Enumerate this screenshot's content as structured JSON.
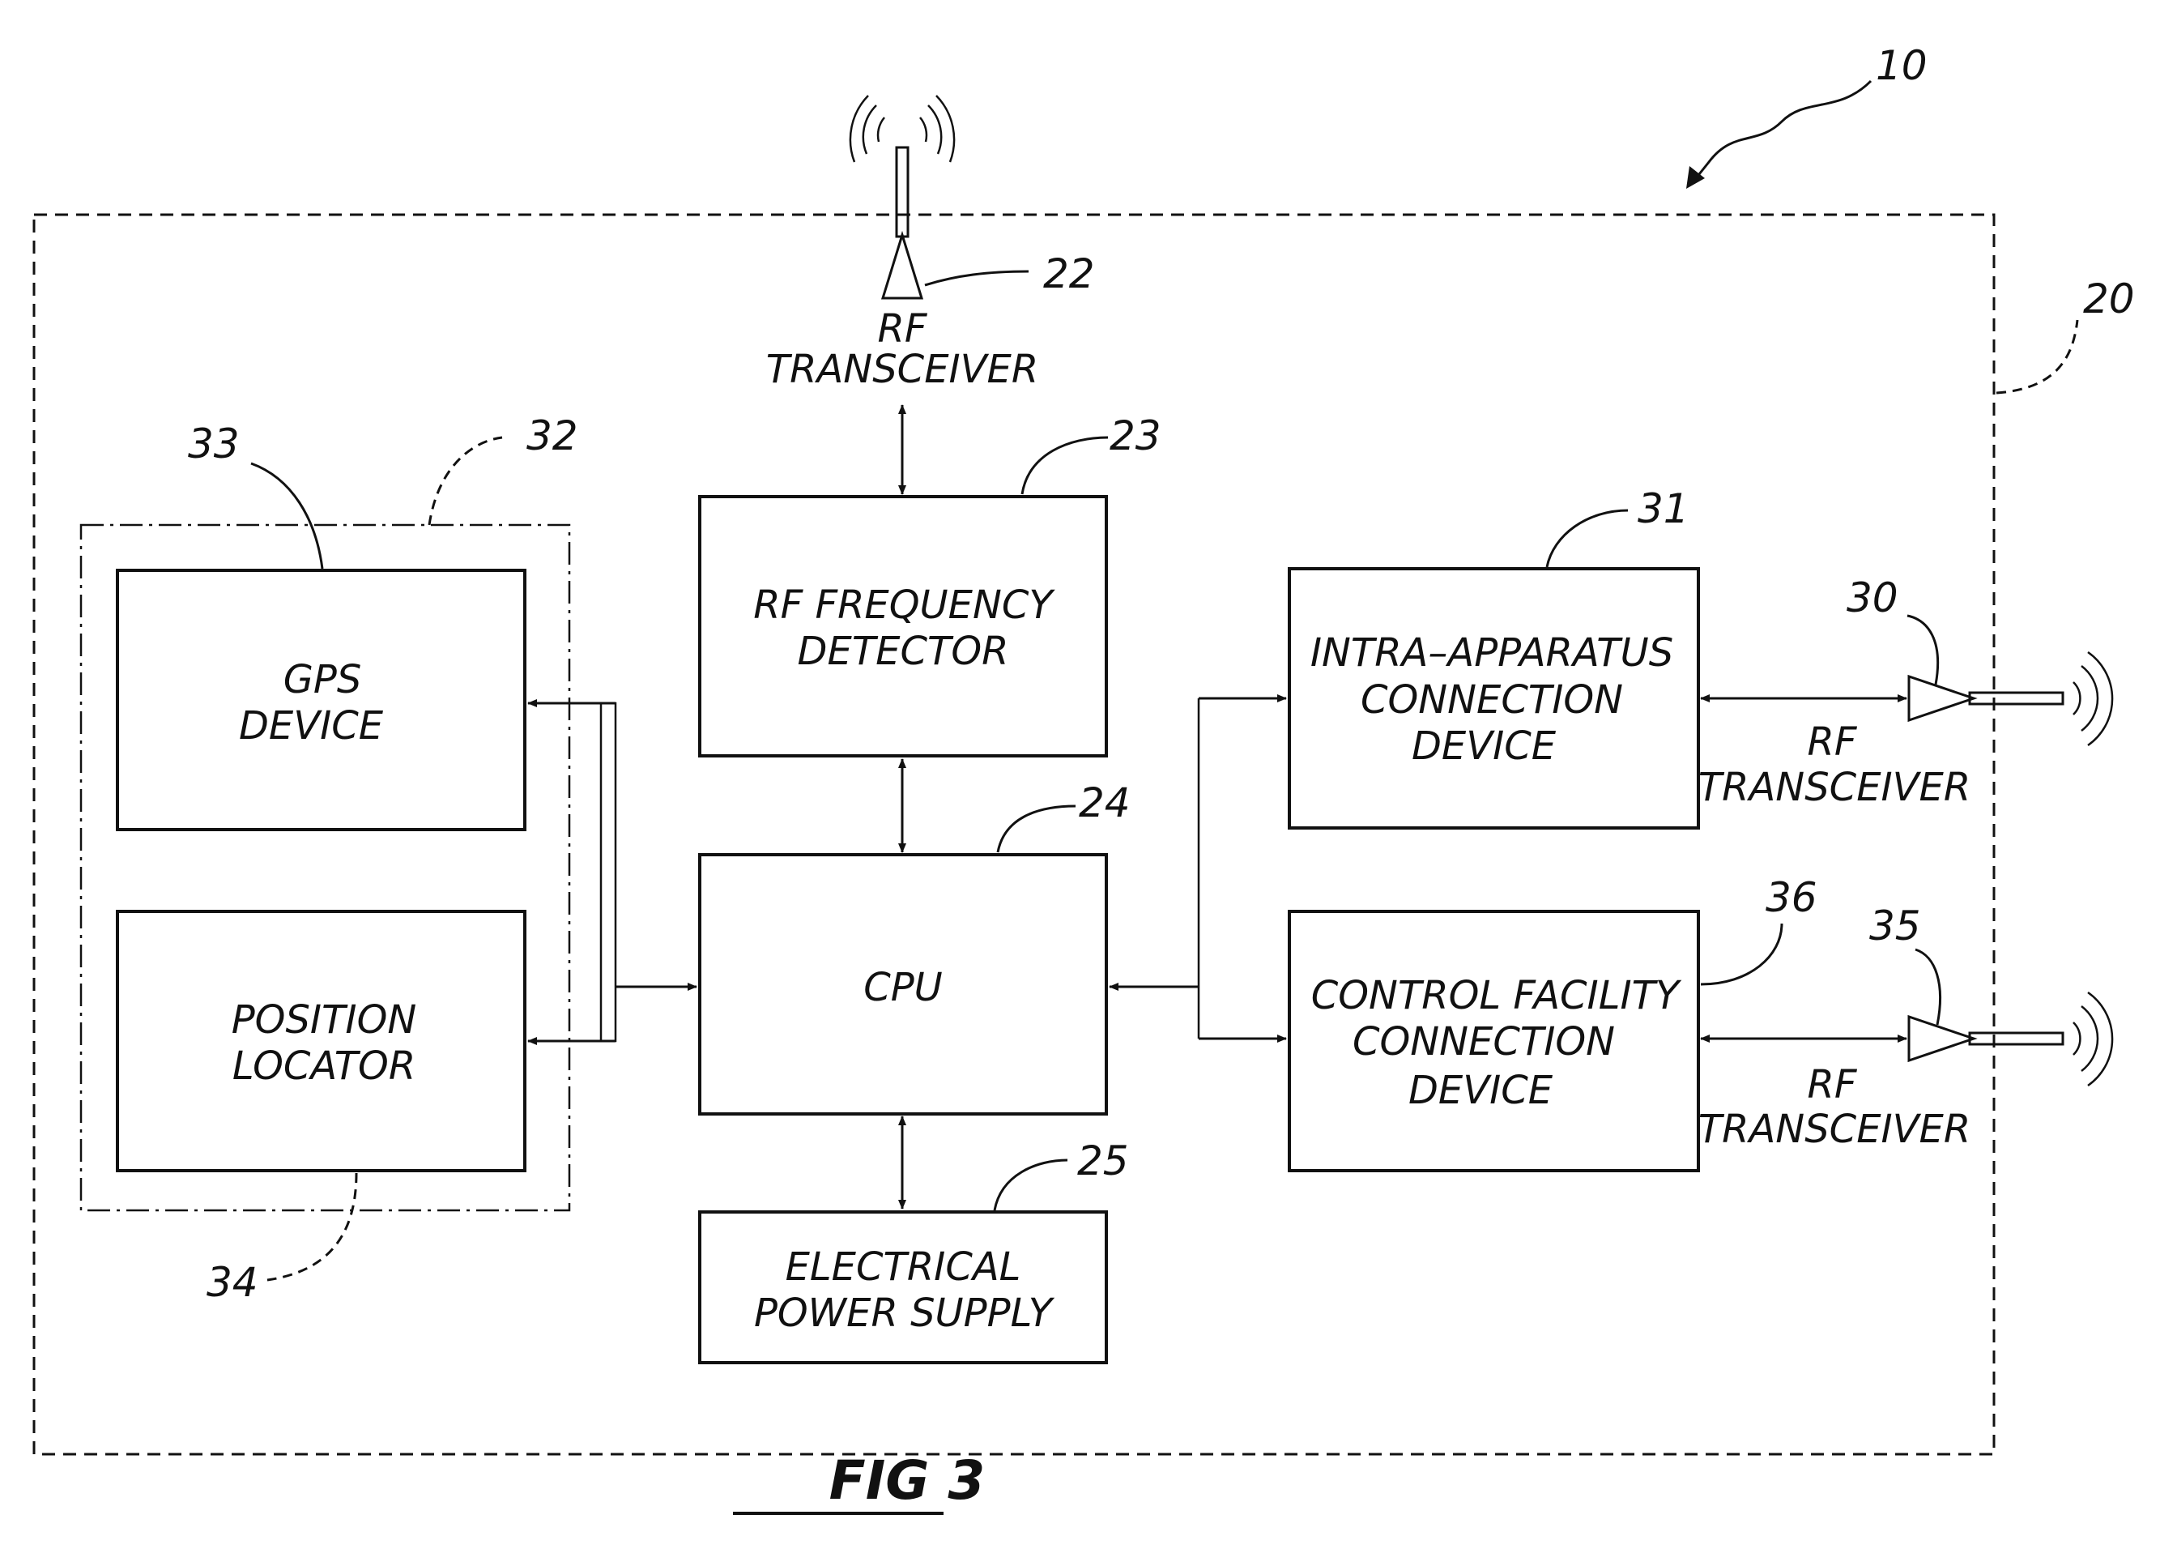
{
  "figure": {
    "ref_apparatus": "10",
    "ref_enclosure": "20",
    "caption": "FIG 3"
  },
  "blocks": {
    "rf_detector": {
      "lines": [
        "RF FREQUENCY",
        "DETECTOR"
      ],
      "ref": "23"
    },
    "cpu": {
      "lines": [
        "CPU"
      ],
      "ref": "24"
    },
    "power_supply": {
      "lines": [
        "ELECTRICAL",
        "POWER SUPPLY"
      ],
      "ref": "25"
    },
    "gps_device": {
      "lines": [
        "GPS",
        "DEVICE"
      ],
      "ref": "33"
    },
    "position_locator": {
      "lines": [
        "POSITION",
        "LOCATOR"
      ],
      "ref": "34"
    },
    "locator_group": {
      "ref": "32"
    },
    "intra_apparatus": {
      "lines": [
        "INTRA–APPARATUS",
        "CONNECTION",
        "DEVICE"
      ],
      "ref": "31"
    },
    "control_facility": {
      "lines": [
        "CONTROL FACILITY",
        "CONNECTION",
        "DEVICE"
      ],
      "ref": "36"
    }
  },
  "antennas": {
    "top": {
      "lines": [
        "RF",
        "TRANSCEIVER"
      ],
      "ref": "22"
    },
    "right_upper": {
      "lines": [
        "RF",
        "TRANSCEIVER"
      ],
      "ref": "30"
    },
    "right_lower": {
      "lines": [
        "RF",
        "TRANSCEIVER"
      ],
      "ref": "35"
    }
  }
}
